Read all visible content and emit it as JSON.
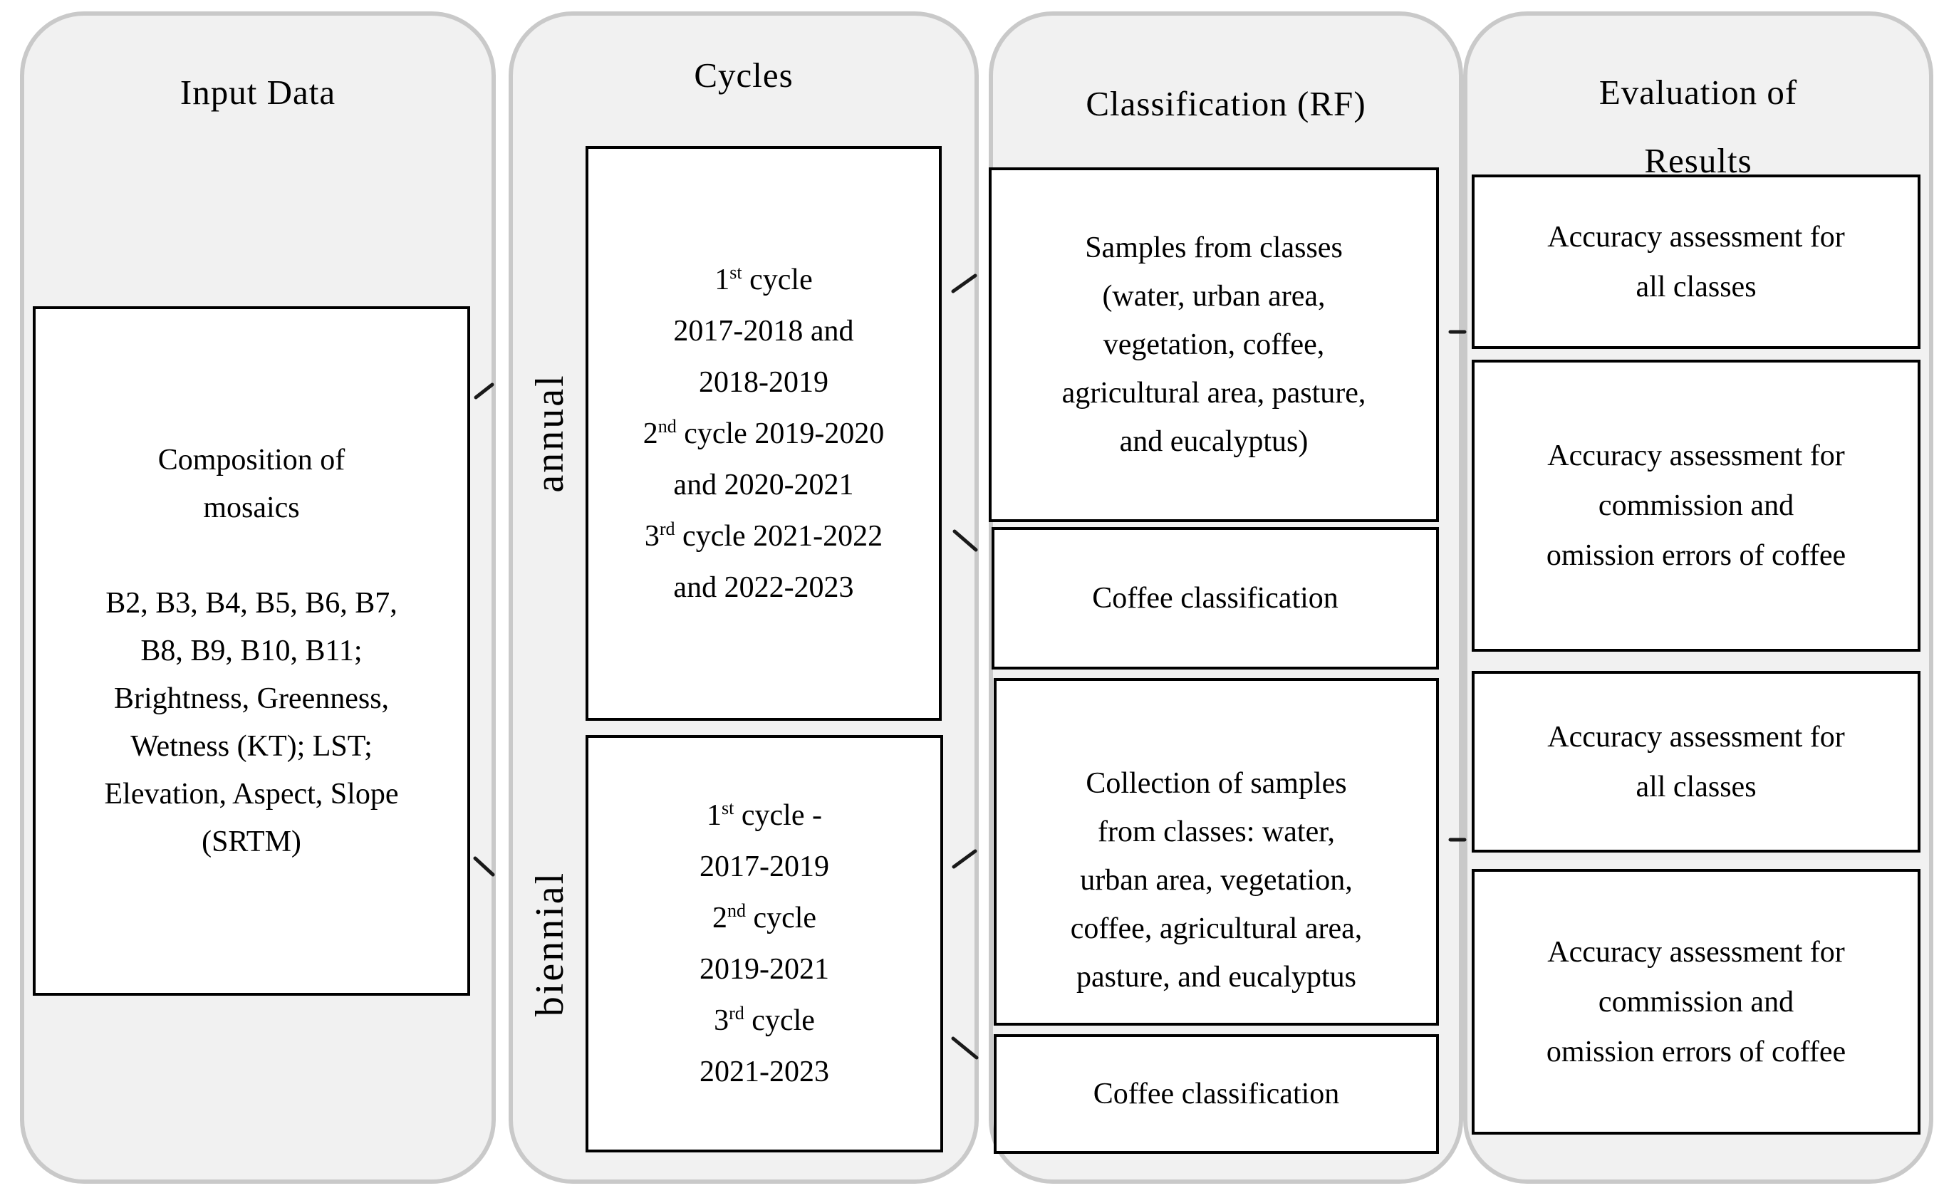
{
  "figure": {
    "type": "flowchart",
    "description": "Methodology flow: input data through annual/biennial cycles to random forest classification and accuracy evaluation"
  },
  "colors": {
    "panel_fill": "#f1f1f1",
    "panel_border": "#c9c9c9",
    "box_bg": "#ffffff",
    "box_border": "#000000",
    "text": "#000000",
    "connector": "#1a1a1a"
  },
  "columns": {
    "input_data": {
      "title": "Input Data",
      "box_lines": [
        "Composition of",
        "mosaics",
        "",
        "B2, B3, B4, B5, B6, B7,",
        "B8, B9, B10, B11;",
        "Brightness, Greenness,",
        "Wetness (KT); LST;",
        "Elevation, Aspect, Slope",
        "(SRTM)"
      ]
    },
    "cycles": {
      "title": "Cycles",
      "annual": {
        "label": "annual",
        "box_lines": [
          "1^st^ cycle",
          "2017-2018 and",
          "2018-2019",
          "2^nd^ cycle 2019-2020",
          "and 2020-2021",
          "3^rd^ cycle 2021-2022",
          "and 2022-2023"
        ]
      },
      "biennial": {
        "label": "biennial",
        "box_lines": [
          "1^st^ cycle -",
          "2017-2019",
          "2^nd^ cycle",
          "2019-2021",
          "3^rd^ cycle",
          "2021-2023"
        ]
      }
    },
    "classification": {
      "title": "Classification (RF)",
      "samples_box_lines": [
        "Samples from classes",
        "(water, urban area,",
        "vegetation, coffee,",
        "agricultural area, pasture,",
        "and eucalyptus)"
      ],
      "coffee_box_1": "Coffee classification",
      "collection_box_lines": [
        "Collection of samples",
        "from classes: water,",
        "urban area, vegetation,",
        "coffee, agricultural area,",
        "pasture, and eucalyptus"
      ],
      "coffee_box_2": "Coffee classification"
    },
    "evaluation": {
      "title_lines": [
        "Evaluation of",
        "Results"
      ],
      "boxes": [
        {
          "lines": [
            "Accuracy assessment for",
            "all classes"
          ]
        },
        {
          "lines": [
            "Accuracy assessment for",
            "commission and",
            "omission errors of coffee"
          ]
        },
        {
          "lines": [
            "Accuracy assessment for",
            "all classes"
          ]
        },
        {
          "lines": [
            "Accuracy assessment for",
            "commission and",
            "omission errors of coffee"
          ]
        }
      ]
    }
  }
}
